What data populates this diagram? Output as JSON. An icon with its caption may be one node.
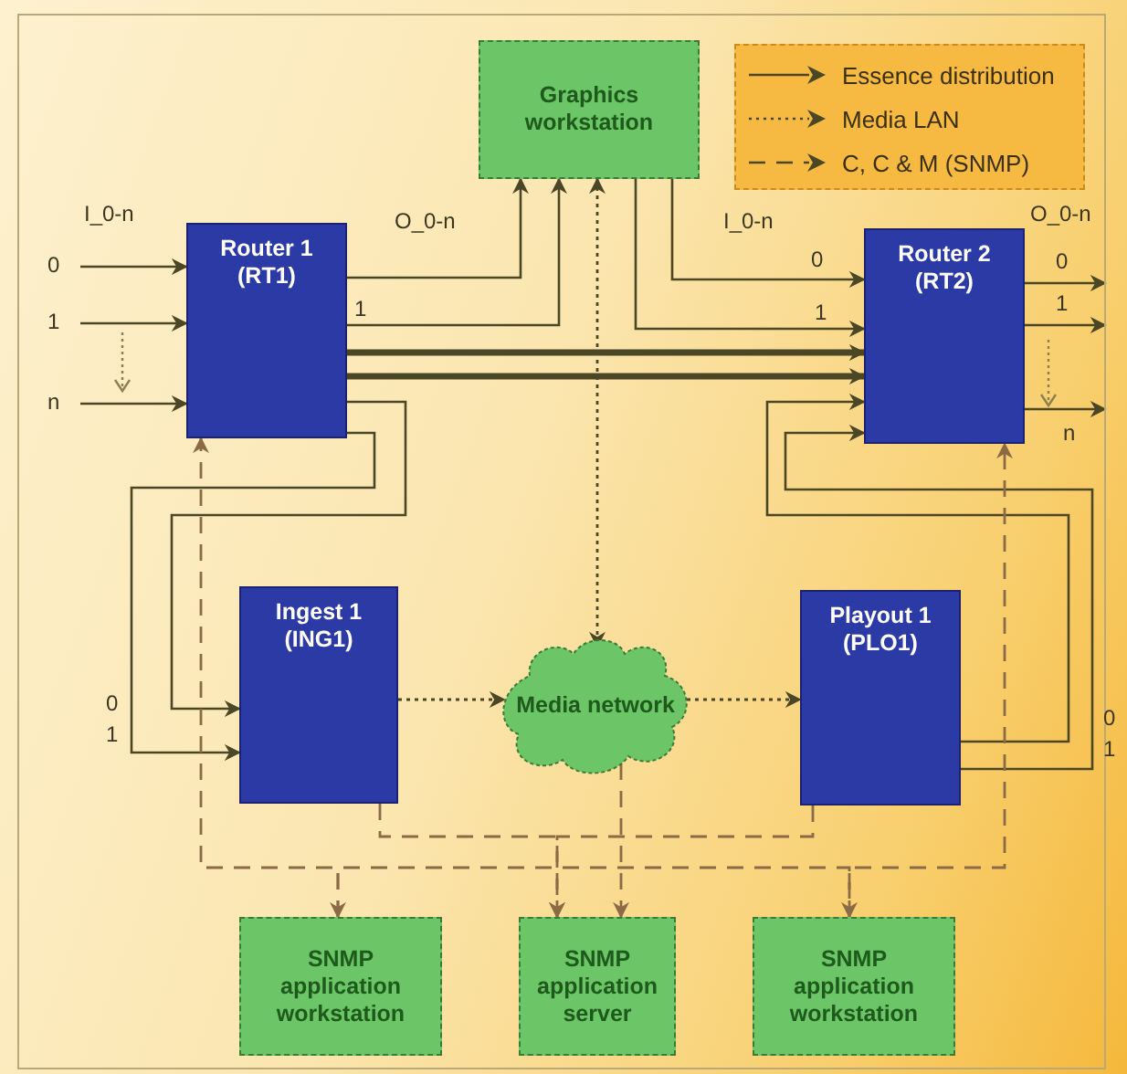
{
  "diagram": {
    "nodes": [
      {
        "text": [
          "Graphics workstation"
        ]
      },
      {
        "text": [
          "Router 1 (RT1)"
        ]
      },
      {
        "text": [
          "Router 2 (RT2)"
        ]
      },
      {
        "text": [
          "Ingest 1 (ING1)"
        ]
      },
      {
        "text": [
          "Media network"
        ]
      },
      {
        "text": [
          "Playout 1 (PLO1)"
        ]
      },
      {
        "text": [
          "SNMP application workstation"
        ]
      },
      {
        "text": [
          "SNMP application server"
        ]
      },
      {
        "text": [
          "SNMP application workstation"
        ]
      }
    ],
    "edges": [
      {
        "from": null,
        "to": 1,
        "arrow": "to"
      },
      {
        "from": null,
        "to": 1,
        "arrow": "to"
      },
      {
        "from": null,
        "to": 1,
        "arrow": "to"
      },
      {
        "from": 1,
        "to": 0,
        "arrow": "to"
      },
      {
        "from": 1,
        "to": 0,
        "arrow": "to"
      },
      {
        "from": 1,
        "to": 2,
        "arrow": "to",
        "style": "thick"
      },
      {
        "from": 1,
        "to": 2,
        "arrow": "to",
        "style": "thick"
      },
      {
        "from": 0,
        "to": 2,
        "arrow": "to"
      },
      {
        "from": 0,
        "to": 2,
        "arrow": "to"
      },
      {
        "from": 5,
        "to": 2,
        "arrow": "to"
      },
      {
        "from": 5,
        "to": 2,
        "arrow": "to"
      },
      {
        "from": 1,
        "to": 3,
        "arrow": "to"
      },
      {
        "from": 1,
        "to": 3,
        "arrow": "to"
      },
      {
        "from": 2,
        "to": null,
        "arrow": "to"
      },
      {
        "from": 2,
        "to": null,
        "arrow": "to"
      },
      {
        "from": 2,
        "to": null,
        "arrow": "to"
      },
      {
        "from": 0,
        "to": 4,
        "arrow": "both",
        "style": "dashed"
      },
      {
        "from": 3,
        "to": 4,
        "arrow": "to",
        "style": "dashed"
      },
      {
        "from": 4,
        "to": 5,
        "arrow": "to",
        "style": "dashed"
      },
      {
        "from": 3,
        "to": 7,
        "arrow": "to",
        "style": "dashed",
        "color": "#8b6b45"
      },
      {
        "from": 5,
        "to": 7,
        "arrow": "to",
        "style": "dashed",
        "color": "#8b6b45"
      },
      {
        "from": 4,
        "to": 7,
        "arrow": "to",
        "style": "dashed",
        "color": "#8b6b45"
      },
      {
        "from": 6,
        "to": 1,
        "arrow": "both",
        "style": "dashed",
        "color": "#8b6b45"
      },
      {
        "from": 8,
        "to": 2,
        "arrow": "both",
        "style": "dashed",
        "color": "#8b6b45"
      },
      {
        "from": 6,
        "to": 8,
        "arrow": "none",
        "style": "dashed",
        "color": "#8b6b45"
      }
    ],
    "labels": [
      "I_0-n",
      "0",
      "1",
      "n",
      "O_0-n",
      "1",
      "I_0-n",
      "0",
      "1",
      "O_0-n",
      "0",
      "1",
      "n",
      "0",
      "1",
      "0",
      "1"
    ],
    "legend": [
      {
        "text": "Essence distribution"
      },
      {
        "text": "Media LAN"
      },
      {
        "text": "C, C & M (SNMP)"
      }
    ]
  }
}
